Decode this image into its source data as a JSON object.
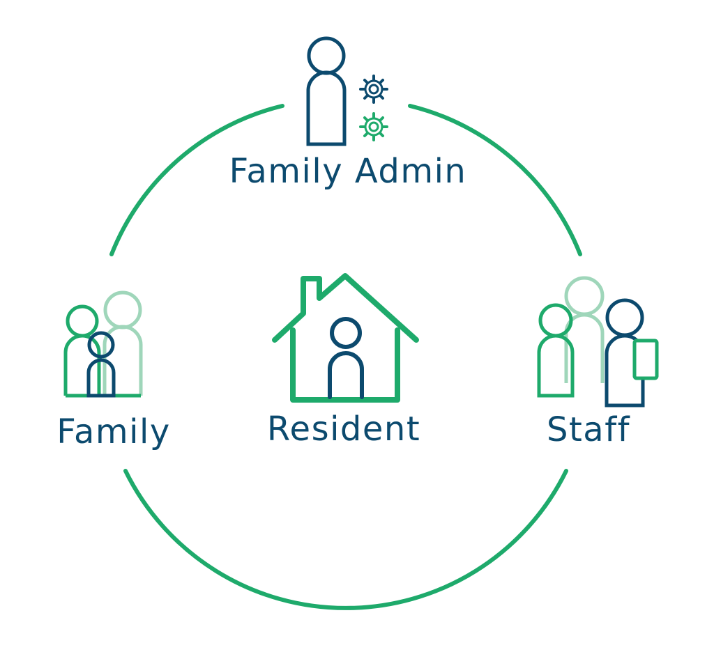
{
  "roles": {
    "admin": {
      "label": "Family Admin"
    },
    "family": {
      "label": "Family"
    },
    "resident": {
      "label": "Resident"
    },
    "staff": {
      "label": "Staff"
    }
  },
  "colors": {
    "primary_green": "#1eaa6b",
    "navy": "#0c4a6e",
    "pale_green": "#9fd6ba",
    "background": "#ffffff"
  },
  "icons": {
    "admin": "admin-with-gears-icon",
    "family": "family-group-icon",
    "resident": "house-with-person-icon",
    "staff": "staff-group-icon"
  }
}
